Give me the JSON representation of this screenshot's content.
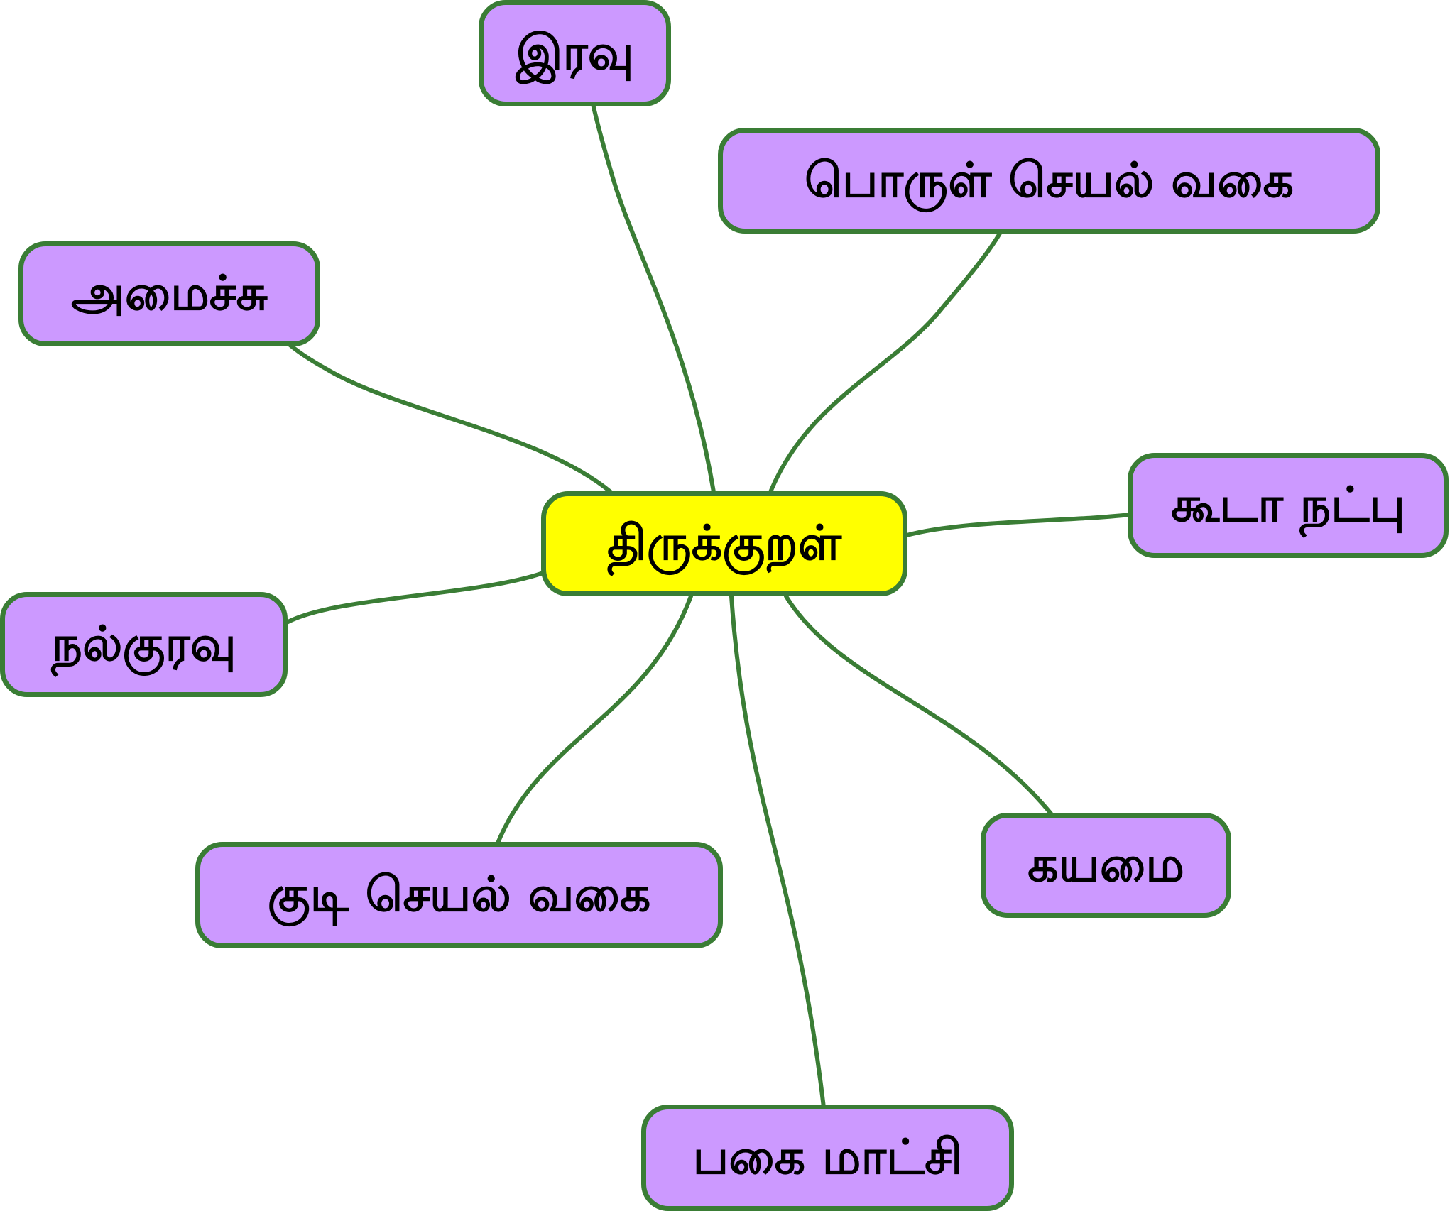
{
  "colors": {
    "edge": "#3a7d35",
    "node_border": "#3a7d35",
    "node_fill": "#cc99ff",
    "center_fill": "#ffff00",
    "text": "#000000"
  },
  "center": {
    "label": "திருக்குறள்"
  },
  "branches": [
    {
      "label": "இரவு"
    },
    {
      "label": "பொருள் செயல் வகை"
    },
    {
      "label": "அமைச்சு"
    },
    {
      "label": "கூடா நட்பு"
    },
    {
      "label": "நல்குரவு"
    },
    {
      "label": "கயமை"
    },
    {
      "label": "குடி செயல் வகை"
    },
    {
      "label": "பகை மாட்சி"
    }
  ]
}
